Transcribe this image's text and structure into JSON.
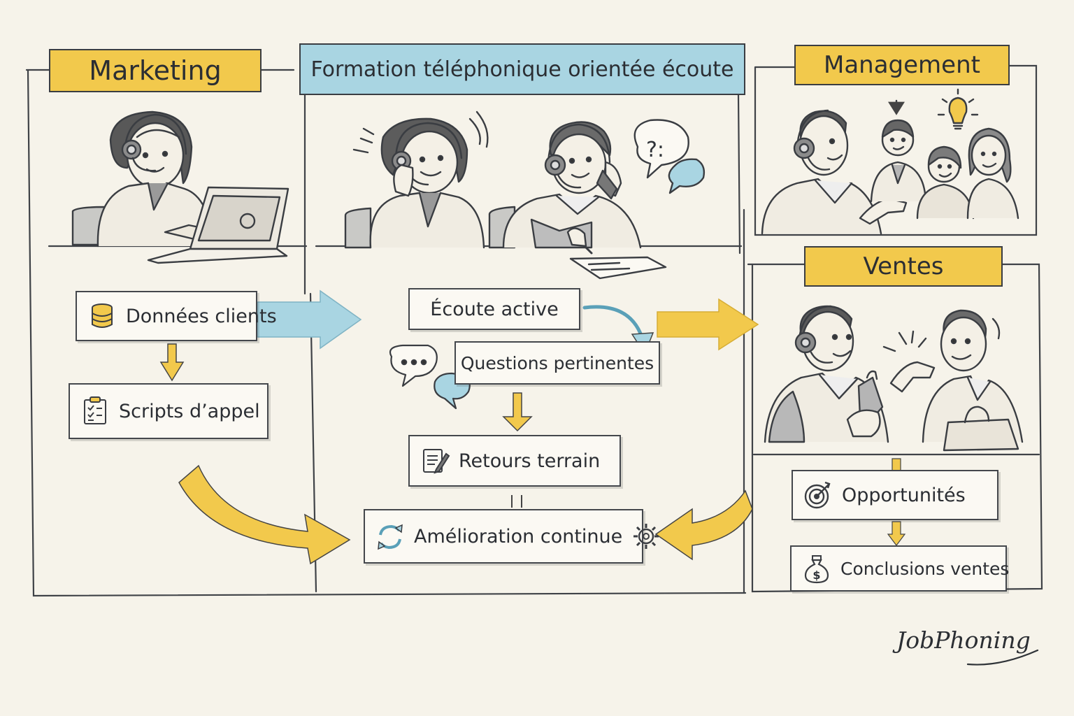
{
  "sections": {
    "marketing": "Marketing",
    "formation": "Formation téléphonique orientée écoute",
    "management": "Management",
    "ventes": "Ventes"
  },
  "steps": {
    "donnees_clients": "Données clients",
    "scripts_appel": "Scripts d’appel",
    "ecoute_active": "Écoute active",
    "questions_pertinentes": "Questions pertinentes",
    "retours_terrain": "Retours terrain",
    "amelioration_continue": "Amélioration continue",
    "opportunites": "Opportunités",
    "conclusions_ventes": "Conclusions ventes"
  },
  "bubble": {
    "question": "?:"
  },
  "brand": "JobPhoning",
  "colors": {
    "accent_yellow": "#f2c94c",
    "accent_blue": "#a9d5e2",
    "ink": "#3a3d42",
    "paper": "#f6f3ea"
  }
}
